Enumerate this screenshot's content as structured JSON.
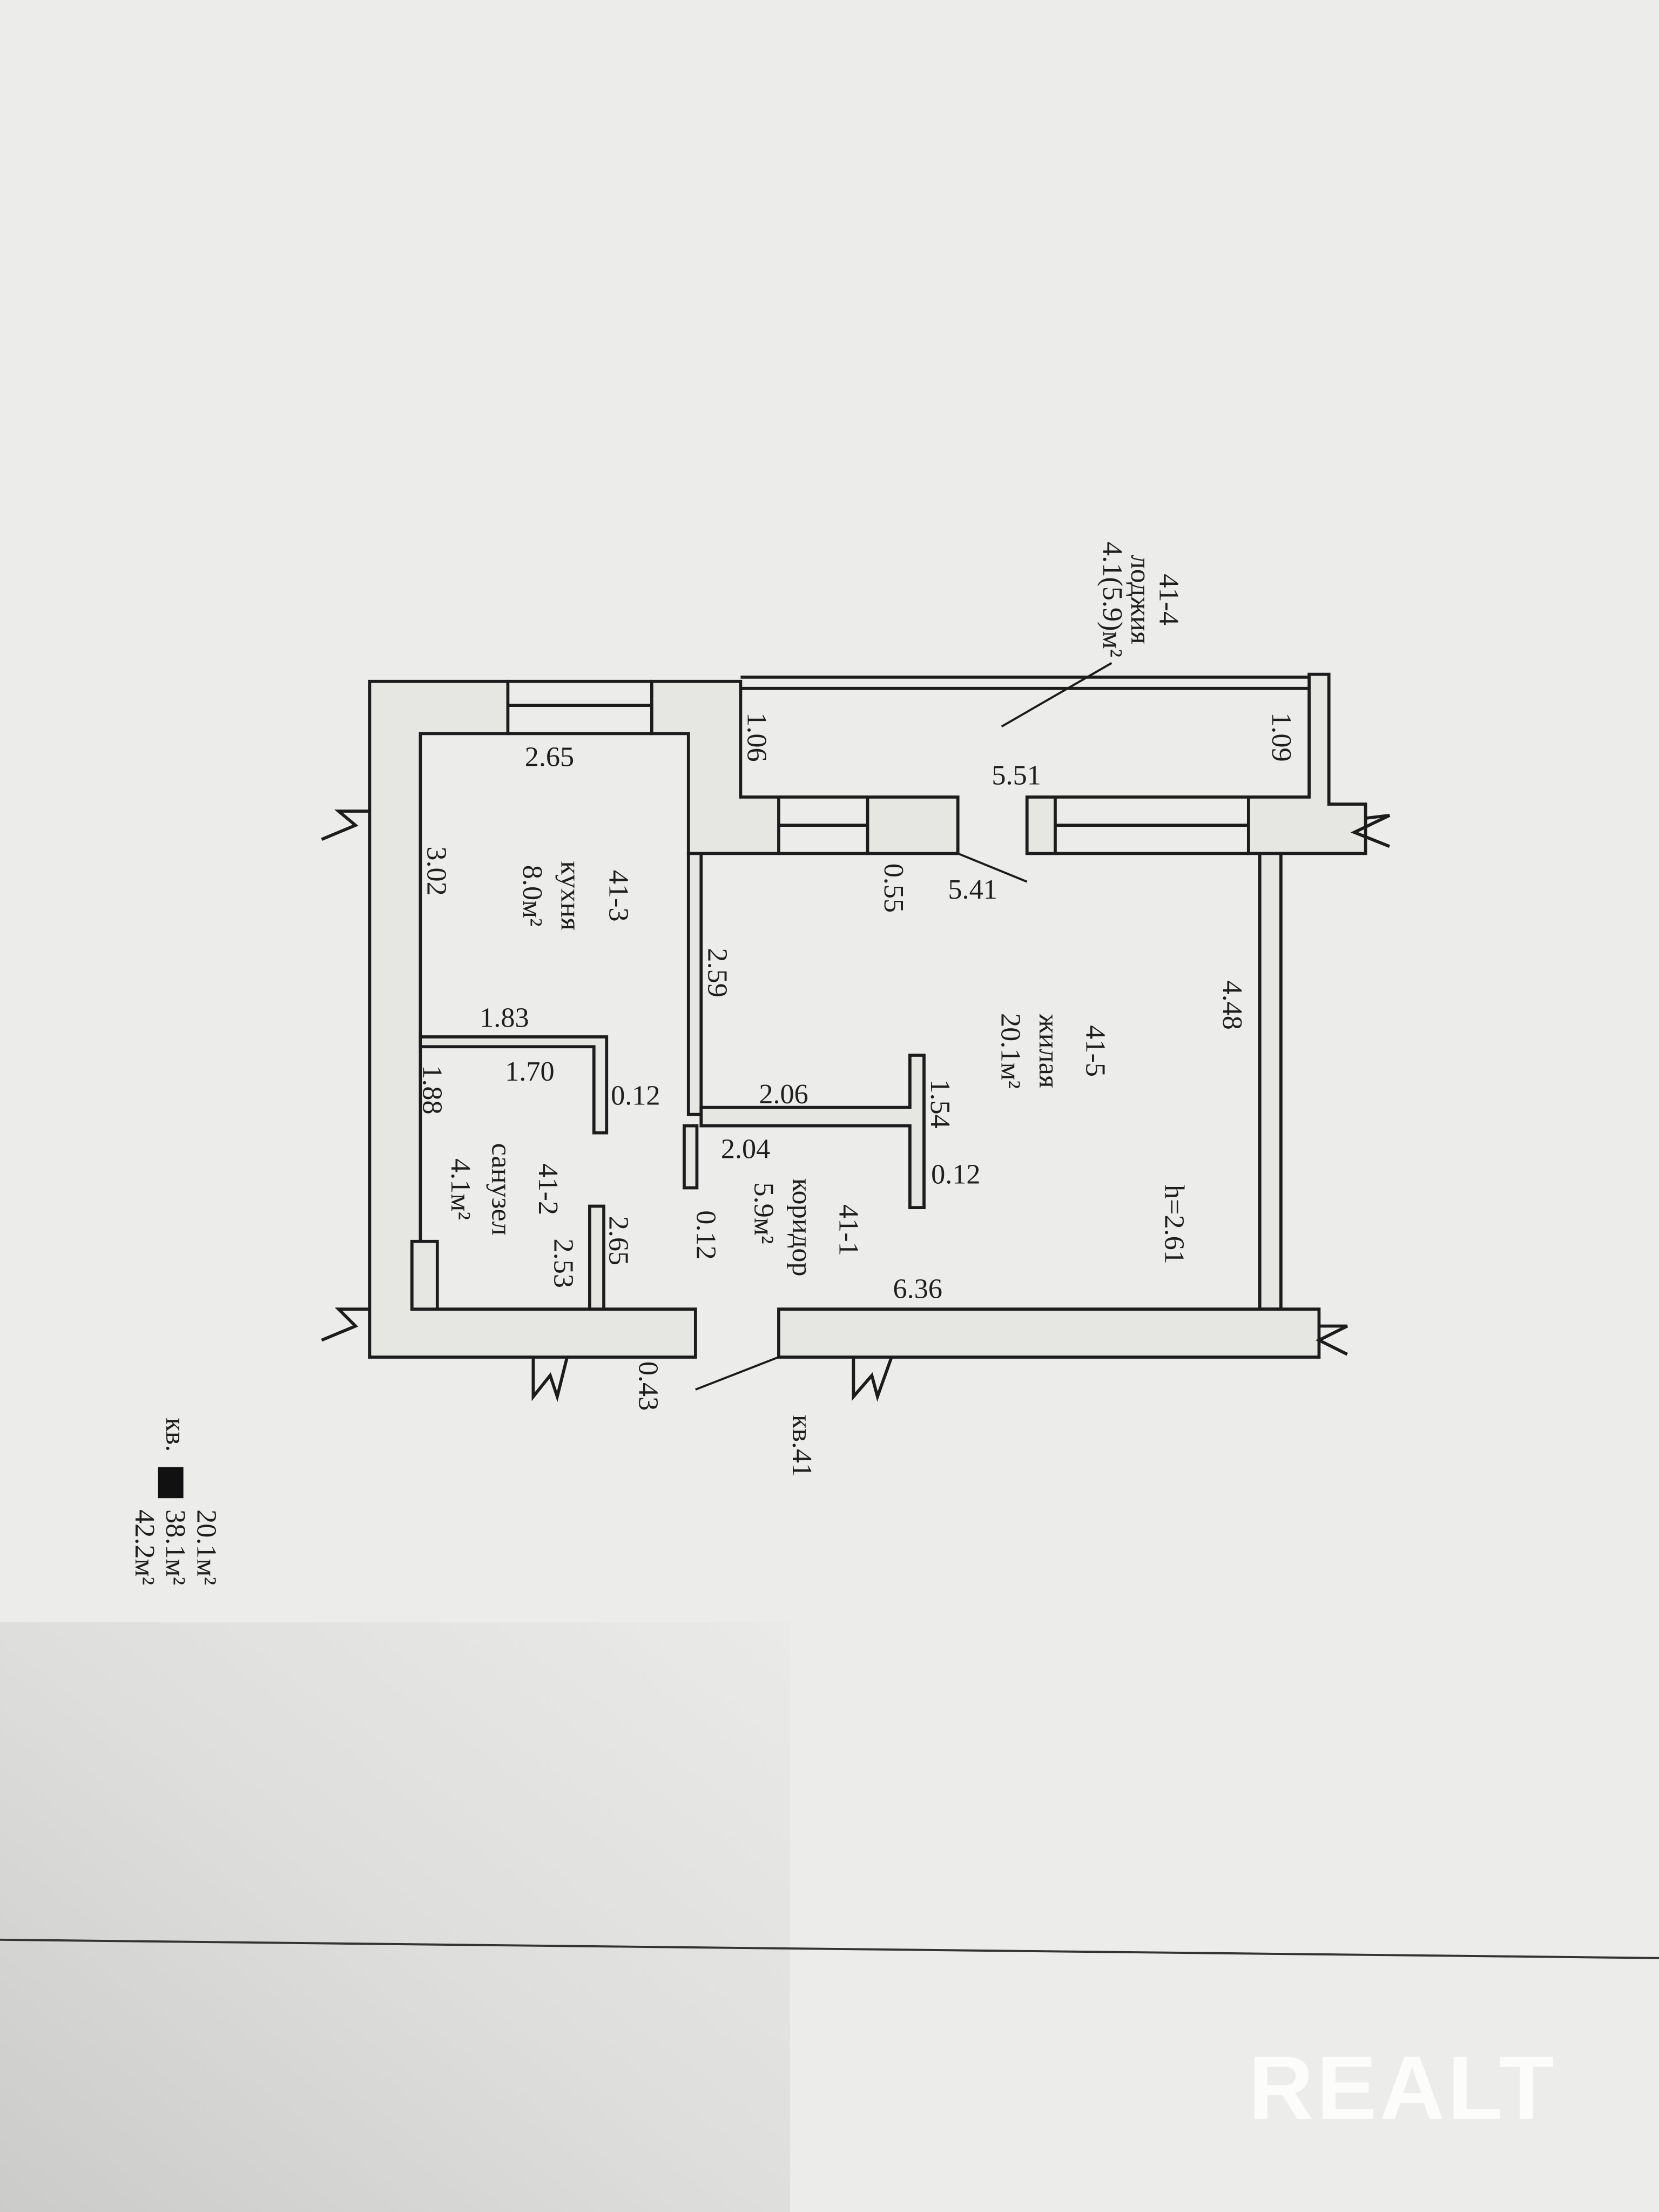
{
  "rooms": {
    "loggia": {
      "id": "41-4",
      "name": "лоджия",
      "area": "4.1(5.9)м²"
    },
    "kitchen": {
      "id": "41-3",
      "name": "кухня",
      "area": "8.0м²"
    },
    "bathroom": {
      "id": "41-2",
      "name": "санузел",
      "area": "4.1м²"
    },
    "corridor": {
      "id": "41-1",
      "name": "коридор",
      "area": "5.9м²"
    },
    "living": {
      "id": "41-5",
      "name": "жилая",
      "area": "20.1м²"
    }
  },
  "ceiling_height": "h=2.61",
  "apartment_label": "кв.41",
  "dimensions": {
    "kitchen_top": "2.65",
    "loggia_left": "1.06",
    "loggia_length": "5.51",
    "loggia_right": "1.09",
    "wall_thickness_window": "0.55",
    "living_top": "5.41",
    "kitchen_side": "3.02",
    "corridor_wall": "2.59",
    "living_side": "4.48",
    "bath_top_outer": "1.83",
    "bath_top_inner": "1.70",
    "partition_a": "0.12",
    "corridor_top": "2.06",
    "corridor_inner": "2.04",
    "corridor_side": "1.54",
    "partition_b": "0.12",
    "bath_side": "1.88",
    "bath_len_a": "2.65",
    "bath_len_b": "2.53",
    "partition_c": "0.12",
    "living_bottom": "6.36",
    "entrance_wall": "0.43"
  },
  "summary": {
    "prefix": "кв.",
    "living_area": "20.1м²",
    "total_area": "38.1м²",
    "total_with_loggia": "42.2м²"
  },
  "watermark": "REALT"
}
